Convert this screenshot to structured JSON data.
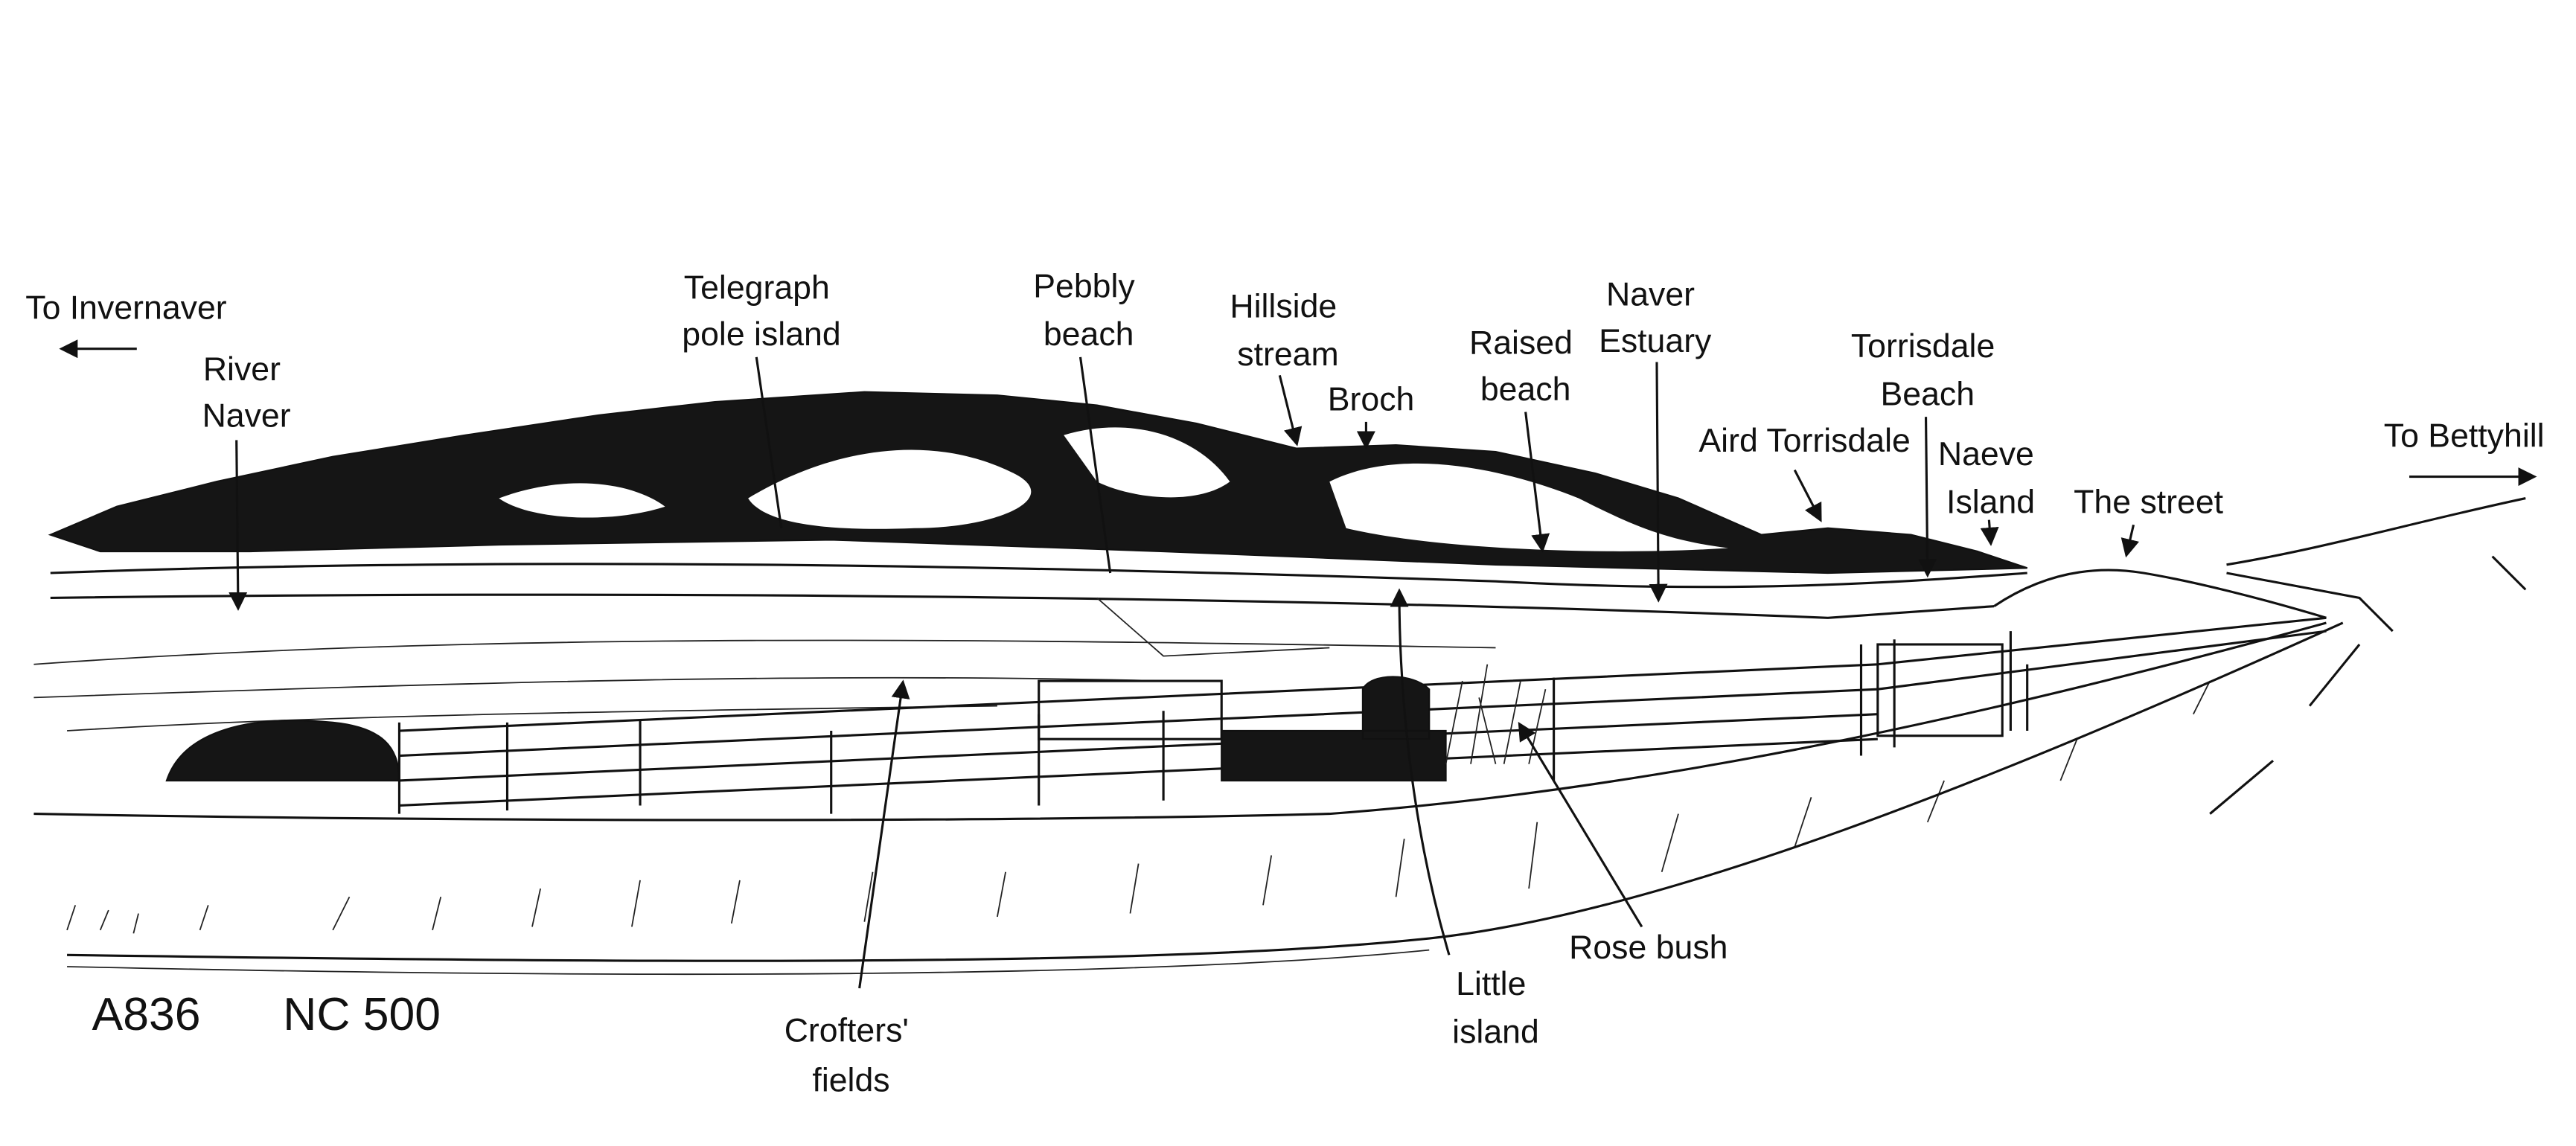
{
  "labels": {
    "to_invernaver": "To Invernaver",
    "river_naver": [
      "River",
      "Naver"
    ],
    "telegraph_pole_island": [
      "Telegraph",
      "pole island"
    ],
    "pebbly_beach": [
      "Pebbly",
      "beach"
    ],
    "hillside_stream": [
      "Hillside",
      "stream"
    ],
    "broch": "Broch",
    "raised_beach": [
      "Raised",
      "beach"
    ],
    "naver_estuary": [
      "Naver",
      "Estuary"
    ],
    "torrisdale_beach": [
      "Torrisdale",
      "Beach"
    ],
    "aird_torrisdale": "Aird Torrisdale",
    "naeve_island": [
      "Naeve",
      "Island"
    ],
    "the_street": "The street",
    "to_bettyhill": "To Bettyhill",
    "crofters_fields": [
      "Crofters'",
      "fields"
    ],
    "little_island": [
      "Little",
      "island"
    ],
    "rose_bush": "Rose bush"
  },
  "road": {
    "number": "A836",
    "route": "NC 500"
  }
}
